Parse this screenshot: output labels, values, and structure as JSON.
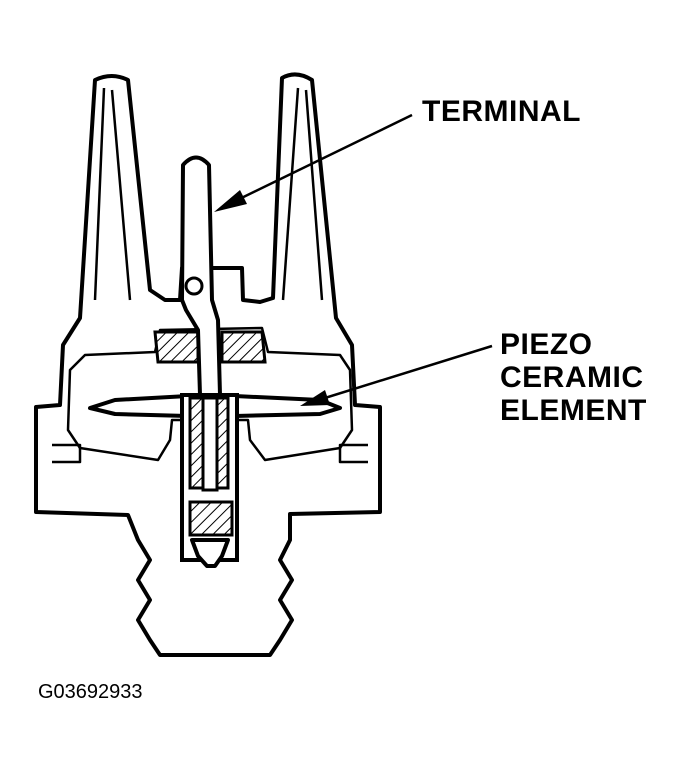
{
  "labels": {
    "terminal": "TERMINAL",
    "piezo_line1": "PIEZO",
    "piezo_line2": "CERAMIC",
    "piezo_line3": "ELEMENT"
  },
  "figure_id": "G03692933"
}
